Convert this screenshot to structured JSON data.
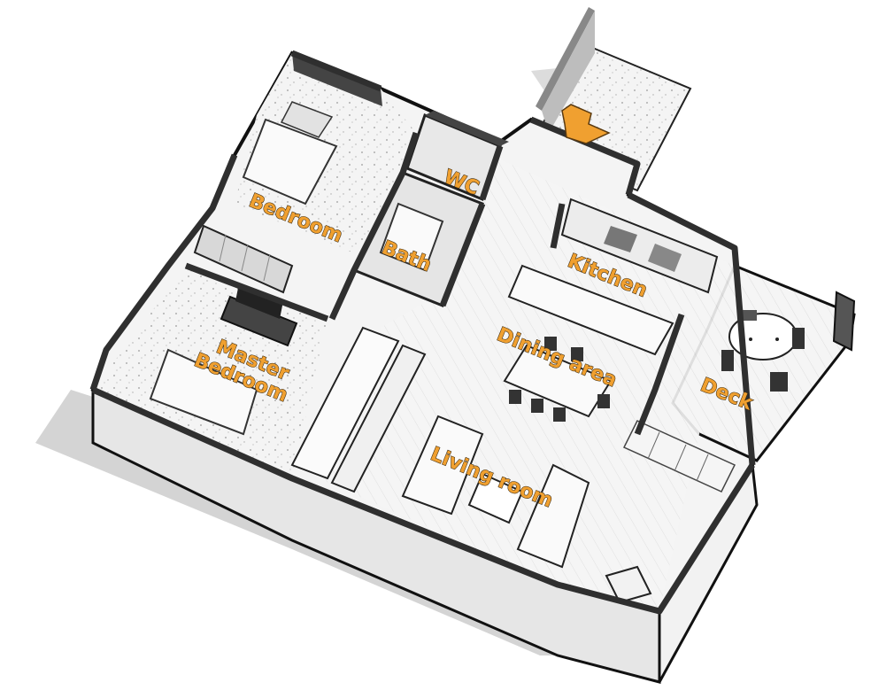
{
  "rooms": {
    "bedroom": "Bedroom",
    "wc": "WC",
    "bath": "Bath",
    "kitchen": "Kitchen",
    "master_bedroom_line1": "Master",
    "master_bedroom_line2": "Bedroom",
    "dining_area": "Dining area",
    "deck": "Deck",
    "living_room": "Living room"
  },
  "entrance_icon": "arrow-down-icon",
  "colors": {
    "label_fill": "#f0a030",
    "label_outline": "#3a2a12",
    "entrance_arrow": "#f0a030",
    "wall_top": "#3a3a3a",
    "floor": "#f3f3f3",
    "shadow": "#cfcfcf"
  }
}
